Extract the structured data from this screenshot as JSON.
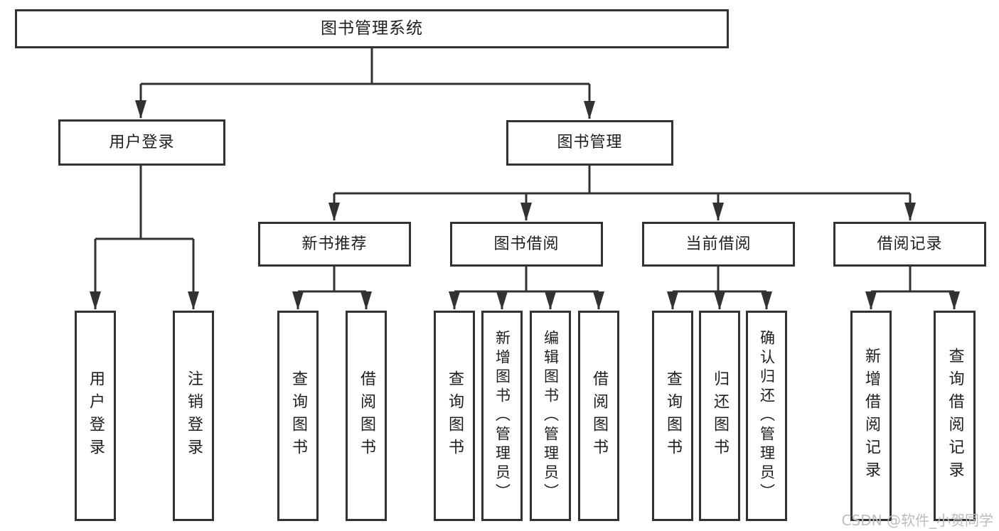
{
  "tree": {
    "label": "图书管理系统",
    "children": [
      {
        "label": "用户登录",
        "children": [
          {
            "label": "用户登录"
          },
          {
            "label": "注销登录"
          }
        ]
      },
      {
        "label": "图书管理",
        "children": [
          {
            "label": "新书推荐",
            "children": [
              {
                "label": "查询图书"
              },
              {
                "label": "借阅图书"
              }
            ]
          },
          {
            "label": "图书借阅",
            "children": [
              {
                "label": "查询图书"
              },
              {
                "label": "新增图书（管理员）"
              },
              {
                "label": "编辑图书（管理员）"
              },
              {
                "label": "借阅图书"
              }
            ]
          },
          {
            "label": "当前借阅",
            "children": [
              {
                "label": "查询图书"
              },
              {
                "label": "归还图书"
              },
              {
                "label": "确认归还（管理员）"
              }
            ]
          },
          {
            "label": "借阅记录",
            "children": [
              {
                "label": "新增借阅记录"
              },
              {
                "label": "查询借阅记录"
              }
            ]
          }
        ]
      }
    ]
  },
  "watermark": {
    "text": "CSDN @软件_小贺同学"
  },
  "colors": {
    "line": "#323232",
    "border": "#323232",
    "text": "#1e1e1e",
    "watermark": "#bdbdbd",
    "background": "#ffffff"
  }
}
